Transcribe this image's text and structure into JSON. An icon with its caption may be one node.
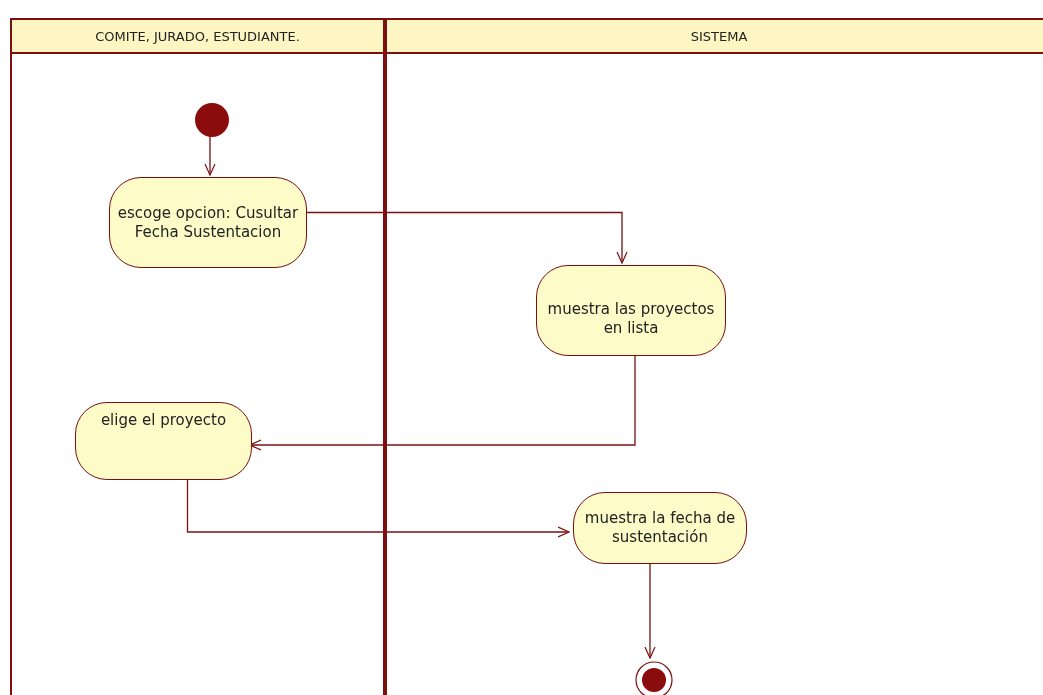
{
  "diagram": {
    "nodes": [
      {
        "text": [
          "COMITE, JURADO, ESTUDIANTE."
        ]
      },
      {
        "text": [
          "SISTEMA"
        ]
      },
      {
        "text": [],
        "shape": "circle",
        "in": 0
      },
      {
        "text": [
          "escoge opcion: Cusultar Fecha Sustentacion"
        ],
        "in": 0
      },
      {
        "text": [
          "muestra las proyectos en lista"
        ],
        "in": 1
      },
      {
        "text": [
          "elige el proyecto"
        ],
        "in": 0
      },
      {
        "text": [
          "muestra la fecha de sustentación"
        ],
        "in": 1
      },
      {
        "text": [],
        "shape": "bullseye",
        "in": 1
      }
    ],
    "edges": [
      {
        "from": 2,
        "to": 3,
        "arrow": "to"
      },
      {
        "from": 3,
        "to": 4,
        "arrow": "to"
      },
      {
        "from": 4,
        "to": 5,
        "arrow": "to"
      },
      {
        "from": 5,
        "to": 6,
        "arrow": "to"
      },
      {
        "from": 6,
        "to": 7,
        "arrow": "to"
      }
    ]
  }
}
